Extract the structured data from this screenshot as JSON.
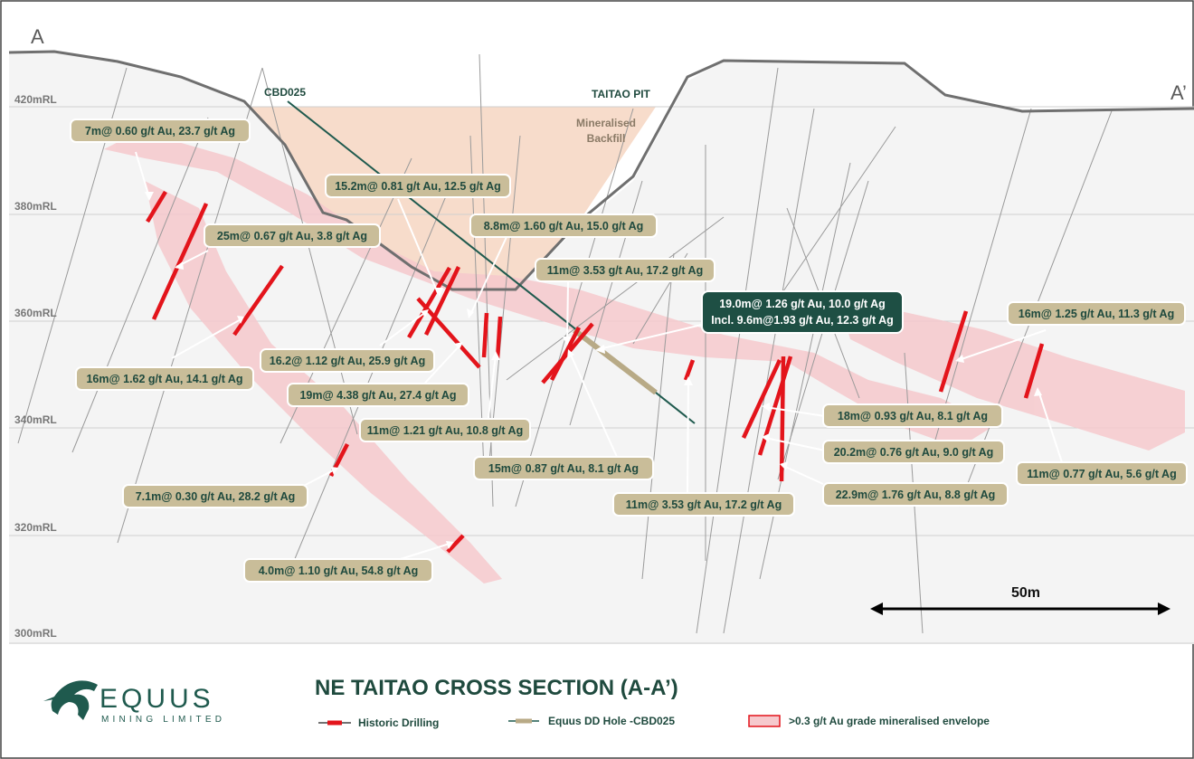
{
  "section": {
    "corner_left": "A",
    "corner_right": "A’",
    "pit_label": "TAITAO PIT",
    "backfill_label_line1": "Mineralised",
    "backfill_label_line2": "Backfill",
    "hole_label": "CBD025"
  },
  "elevations": [
    "420mRL",
    "380mRL",
    "360mRL",
    "340mRL",
    "320mRL",
    "300mRL"
  ],
  "intercepts": [
    "7m@ 0.60 g/t Au, 23.7 g/t Ag",
    "25m@ 0.67 g/t Au, 3.8 g/t Ag",
    "16m@ 1.62 g/t Au, 14.1 g/t Ag",
    "15.2m@ 0.81 g/t Au, 12.5 g/t Ag",
    "8.8m@ 1.60 g/t Au, 15.0 g/t Ag",
    "11m@ 3.53 g/t Au, 17.2 g/t Ag",
    "16.2@ 1.12 g/t Au, 25.9 g/t Ag",
    "19m@ 4.38 g/t Au, 27.4 g/t Ag",
    "11m@ 1.21 g/t Au, 10.8 g/t Ag",
    "15m@ 0.87 g/t Au, 8.1 g/t Ag",
    "7.1m@ 0.30 g/t Au, 28.2 g/t Ag",
    "4.0m@ 1.10 g/t Au, 54.8 g/t Ag",
    "11m@ 3.53 g/t Au, 17.2 g/t Ag",
    "18m@ 0.93 g/t Au, 8.1 g/t Ag",
    "20.2m@ 0.76 g/t Au, 9.0 g/t Ag",
    "22.9m@ 1.76 g/t Au, 8.8 g/t Ag",
    "16m@ 1.25 g/t Au, 11.3 g/t Ag",
    "11m@ 0.77 g/t Au, 5.6 g/t Ag"
  ],
  "highlight": {
    "line1": "19.0m@ 1.26 g/t Au, 10.0 g/t Ag",
    "line2": "Incl. 9.6m@1.93 g/t Au, 12.3 g/t Ag"
  },
  "scale_bar": "50m",
  "footer": {
    "logo_word": "EQUUS",
    "logo_sub": "MINING LIMITED",
    "title": "NE TAITAO CROSS SECTION (A-A’)",
    "legend": [
      {
        "label": "Historic Drilling",
        "icon": "red-drill-segment-icon"
      },
      {
        "label": "Equus DD Hole -CBD025",
        "icon": "tan-drill-hole-icon"
      },
      {
        "label": ">0.3 g/t Au grade mineralised envelope",
        "icon": "pink-envelope-icon"
      }
    ]
  },
  "colors": {
    "callout_fill": "#c9bd99",
    "callout_text": "#1f4a3e",
    "highlight_fill": "#1e4f44",
    "envelope": "#f6c9cd",
    "backfill": "#f7dccb",
    "drill_red": "#e3141b",
    "dd_hole": "#1f5a4e",
    "dd_tan": "#b8aa86",
    "terrain": "#6f6f6f",
    "title": "#1f4a3e"
  }
}
